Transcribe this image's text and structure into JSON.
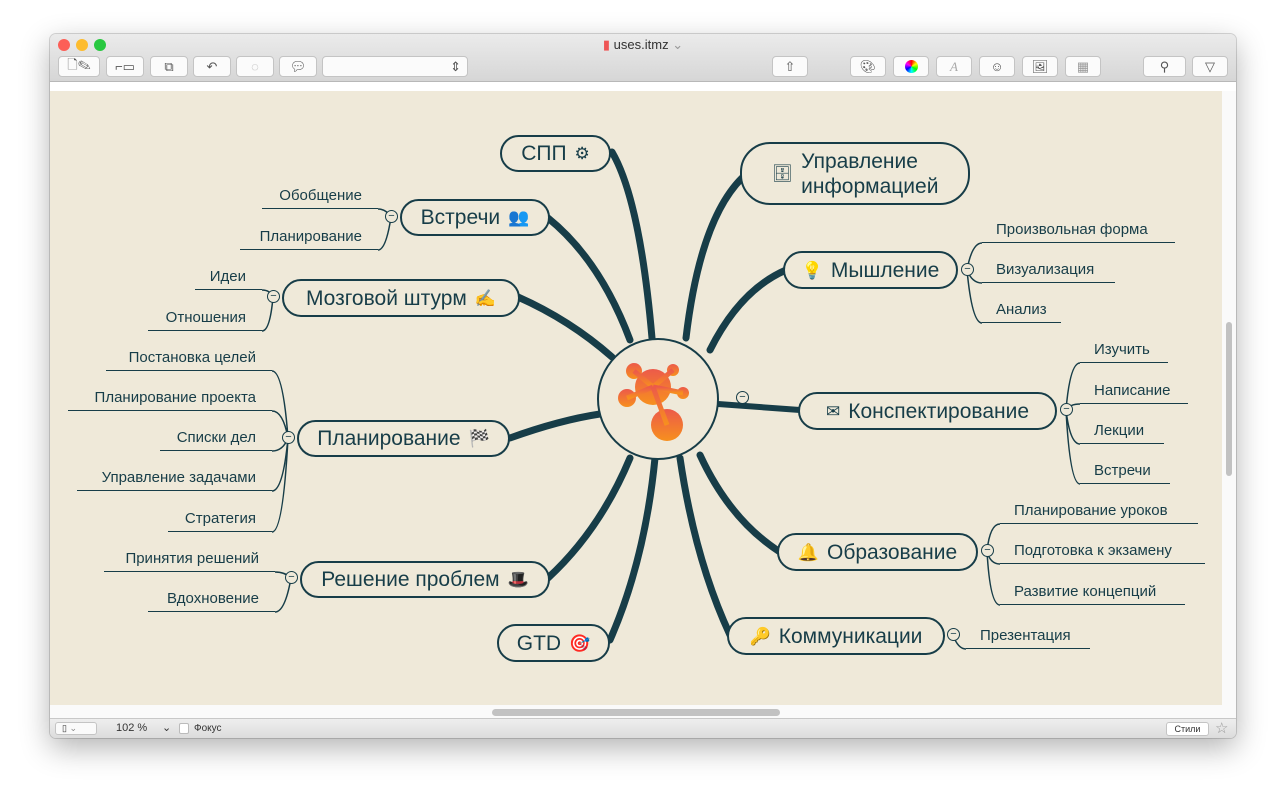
{
  "window": {
    "title": "uses.itmz"
  },
  "toolbar": {
    "style_select": ""
  },
  "map": {
    "center": {
      "icon": "imindmap-logo"
    },
    "topics": {
      "spp": {
        "label": "СПП",
        "icon": "⚙"
      },
      "info": {
        "label": "Управление",
        "label2": "информацией",
        "icon": "🗄"
      },
      "meet": {
        "label": "Встречи",
        "icon": "👥",
        "children": [
          "Обобщение",
          "Планирование"
        ]
      },
      "think": {
        "label": "Мышление",
        "icon": "💡",
        "children": [
          "Произвольная форма",
          "Визуализация",
          "Анализ"
        ]
      },
      "brain": {
        "label": "Мозговой штурм",
        "icon": "✍",
        "children": [
          "Идеи",
          "Отношения"
        ]
      },
      "notes": {
        "label": "Конспектирование",
        "icon": "✉",
        "children": [
          "Изучить",
          "Написание",
          "Лекции",
          "Встречи"
        ]
      },
      "plan": {
        "label": "Планирование",
        "icon": "🏁",
        "children": [
          "Постановка целей",
          "Планирование проекта",
          "Списки дел",
          "Управление задачами",
          "Стратегия"
        ]
      },
      "edu": {
        "label": "Образование",
        "icon": "🔔",
        "children": [
          "Планирование уроков",
          "Подготовка к экзамену",
          "Развитие концепций"
        ]
      },
      "prob": {
        "label": "Решение проблем",
        "icon": "🎩",
        "children": [
          "Принятия решений",
          "Вдохновение"
        ]
      },
      "gtd": {
        "label": "GTD",
        "icon": "🎯"
      },
      "comm": {
        "label": "Коммуникации",
        "icon": "🔑",
        "children": [
          "Презентация"
        ]
      }
    }
  },
  "statusbar": {
    "zoom": "102 %",
    "focus_label": "Фокус",
    "styles_button": "Стили"
  },
  "colors": {
    "branch": "#173d48",
    "canvas": "#efe9d9",
    "logo_top": "#ec5a4a",
    "logo_bottom": "#f7901e"
  }
}
